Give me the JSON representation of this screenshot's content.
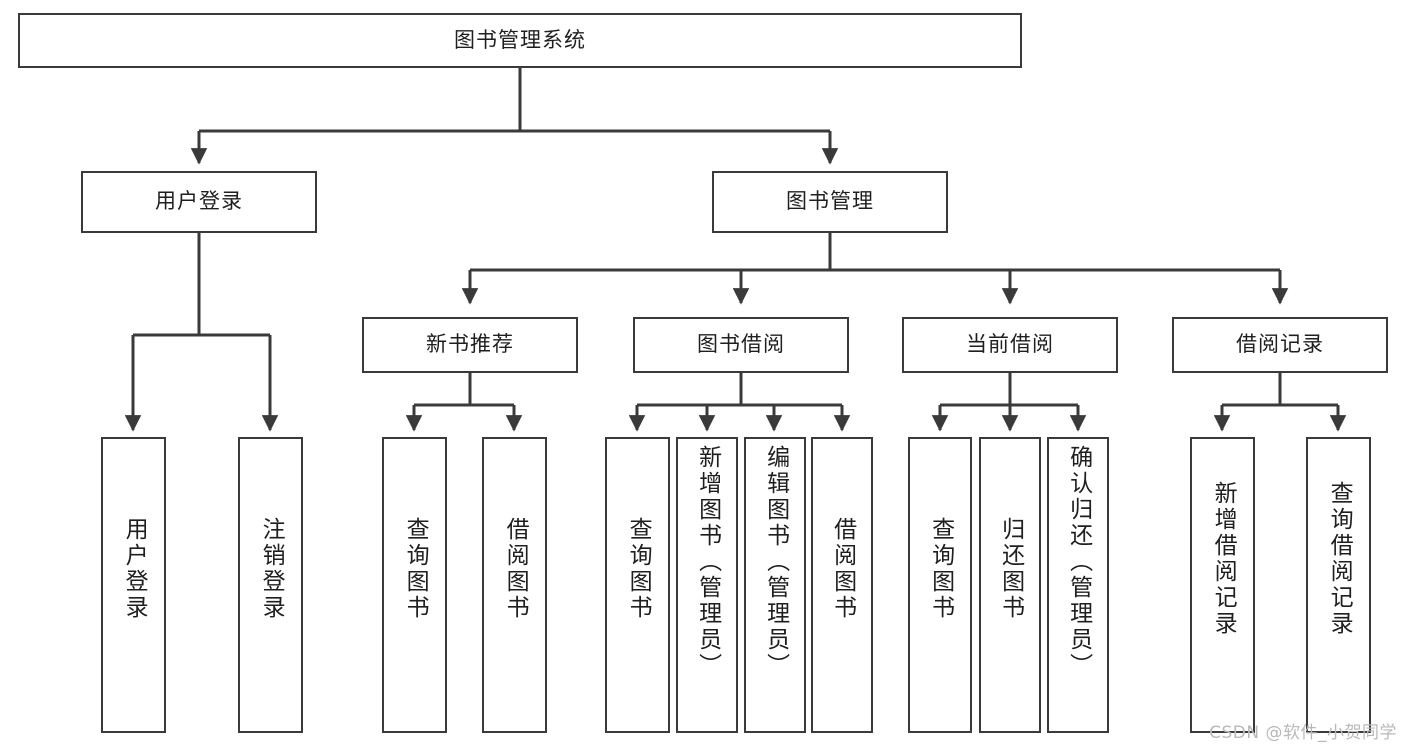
{
  "diagram": {
    "title": "图书管理系统",
    "type": "tree-hierarchy",
    "watermark": "CSDN @软件_小贺同学",
    "colors": {
      "background": "#ffffff",
      "box_border": "#3a3a3a",
      "box_fill": "#ffffff",
      "edge": "#3a3a3a",
      "text": "#1f1f1f",
      "watermark": "#b9b9b9"
    },
    "nodes": {
      "root": {
        "label": "图书管理系统",
        "orientation": "horizontal"
      },
      "level2": [
        {
          "id": "user-login",
          "label": "用户登录",
          "orientation": "horizontal"
        },
        {
          "id": "book-manage",
          "label": "图书管理",
          "orientation": "horizontal"
        }
      ],
      "level3": [
        {
          "id": "new-book-recommend",
          "label": "新书推荐",
          "orientation": "horizontal"
        },
        {
          "id": "book-borrow",
          "label": "图书借阅",
          "orientation": "horizontal"
        },
        {
          "id": "current-borrow",
          "label": "当前借阅",
          "orientation": "horizontal"
        },
        {
          "id": "borrow-record",
          "label": "借阅记录",
          "orientation": "horizontal"
        }
      ],
      "leaves": {
        "user-login": [
          {
            "id": "leaf-user-login",
            "label": "用户登录",
            "orientation": "vertical"
          },
          {
            "id": "leaf-logout",
            "label": "注销登录",
            "orientation": "vertical"
          }
        ],
        "new-book-recommend": [
          {
            "id": "leaf-query-book-1",
            "label": "查询图书",
            "orientation": "vertical"
          },
          {
            "id": "leaf-borrow-book-1",
            "label": "借阅图书",
            "orientation": "vertical"
          }
        ],
        "book-borrow": [
          {
            "id": "leaf-query-book-2",
            "label": "查询图书",
            "orientation": "vertical"
          },
          {
            "id": "leaf-add-book",
            "label": "新增图书（管理员）",
            "orientation": "vertical"
          },
          {
            "id": "leaf-edit-book",
            "label": "编辑图书（管理员）",
            "orientation": "vertical"
          },
          {
            "id": "leaf-borrow-book-2",
            "label": "借阅图书",
            "orientation": "vertical"
          }
        ],
        "current-borrow": [
          {
            "id": "leaf-query-book-3",
            "label": "查询图书",
            "orientation": "vertical"
          },
          {
            "id": "leaf-return-book",
            "label": "归还图书",
            "orientation": "vertical"
          },
          {
            "id": "leaf-confirm-return",
            "label": "确认归还（管理员）",
            "orientation": "vertical"
          }
        ],
        "borrow-record": [
          {
            "id": "leaf-add-record",
            "label": "新增借阅记录",
            "orientation": "vertical"
          },
          {
            "id": "leaf-query-record",
            "label": "查询借阅记录",
            "orientation": "vertical"
          }
        ]
      }
    }
  }
}
